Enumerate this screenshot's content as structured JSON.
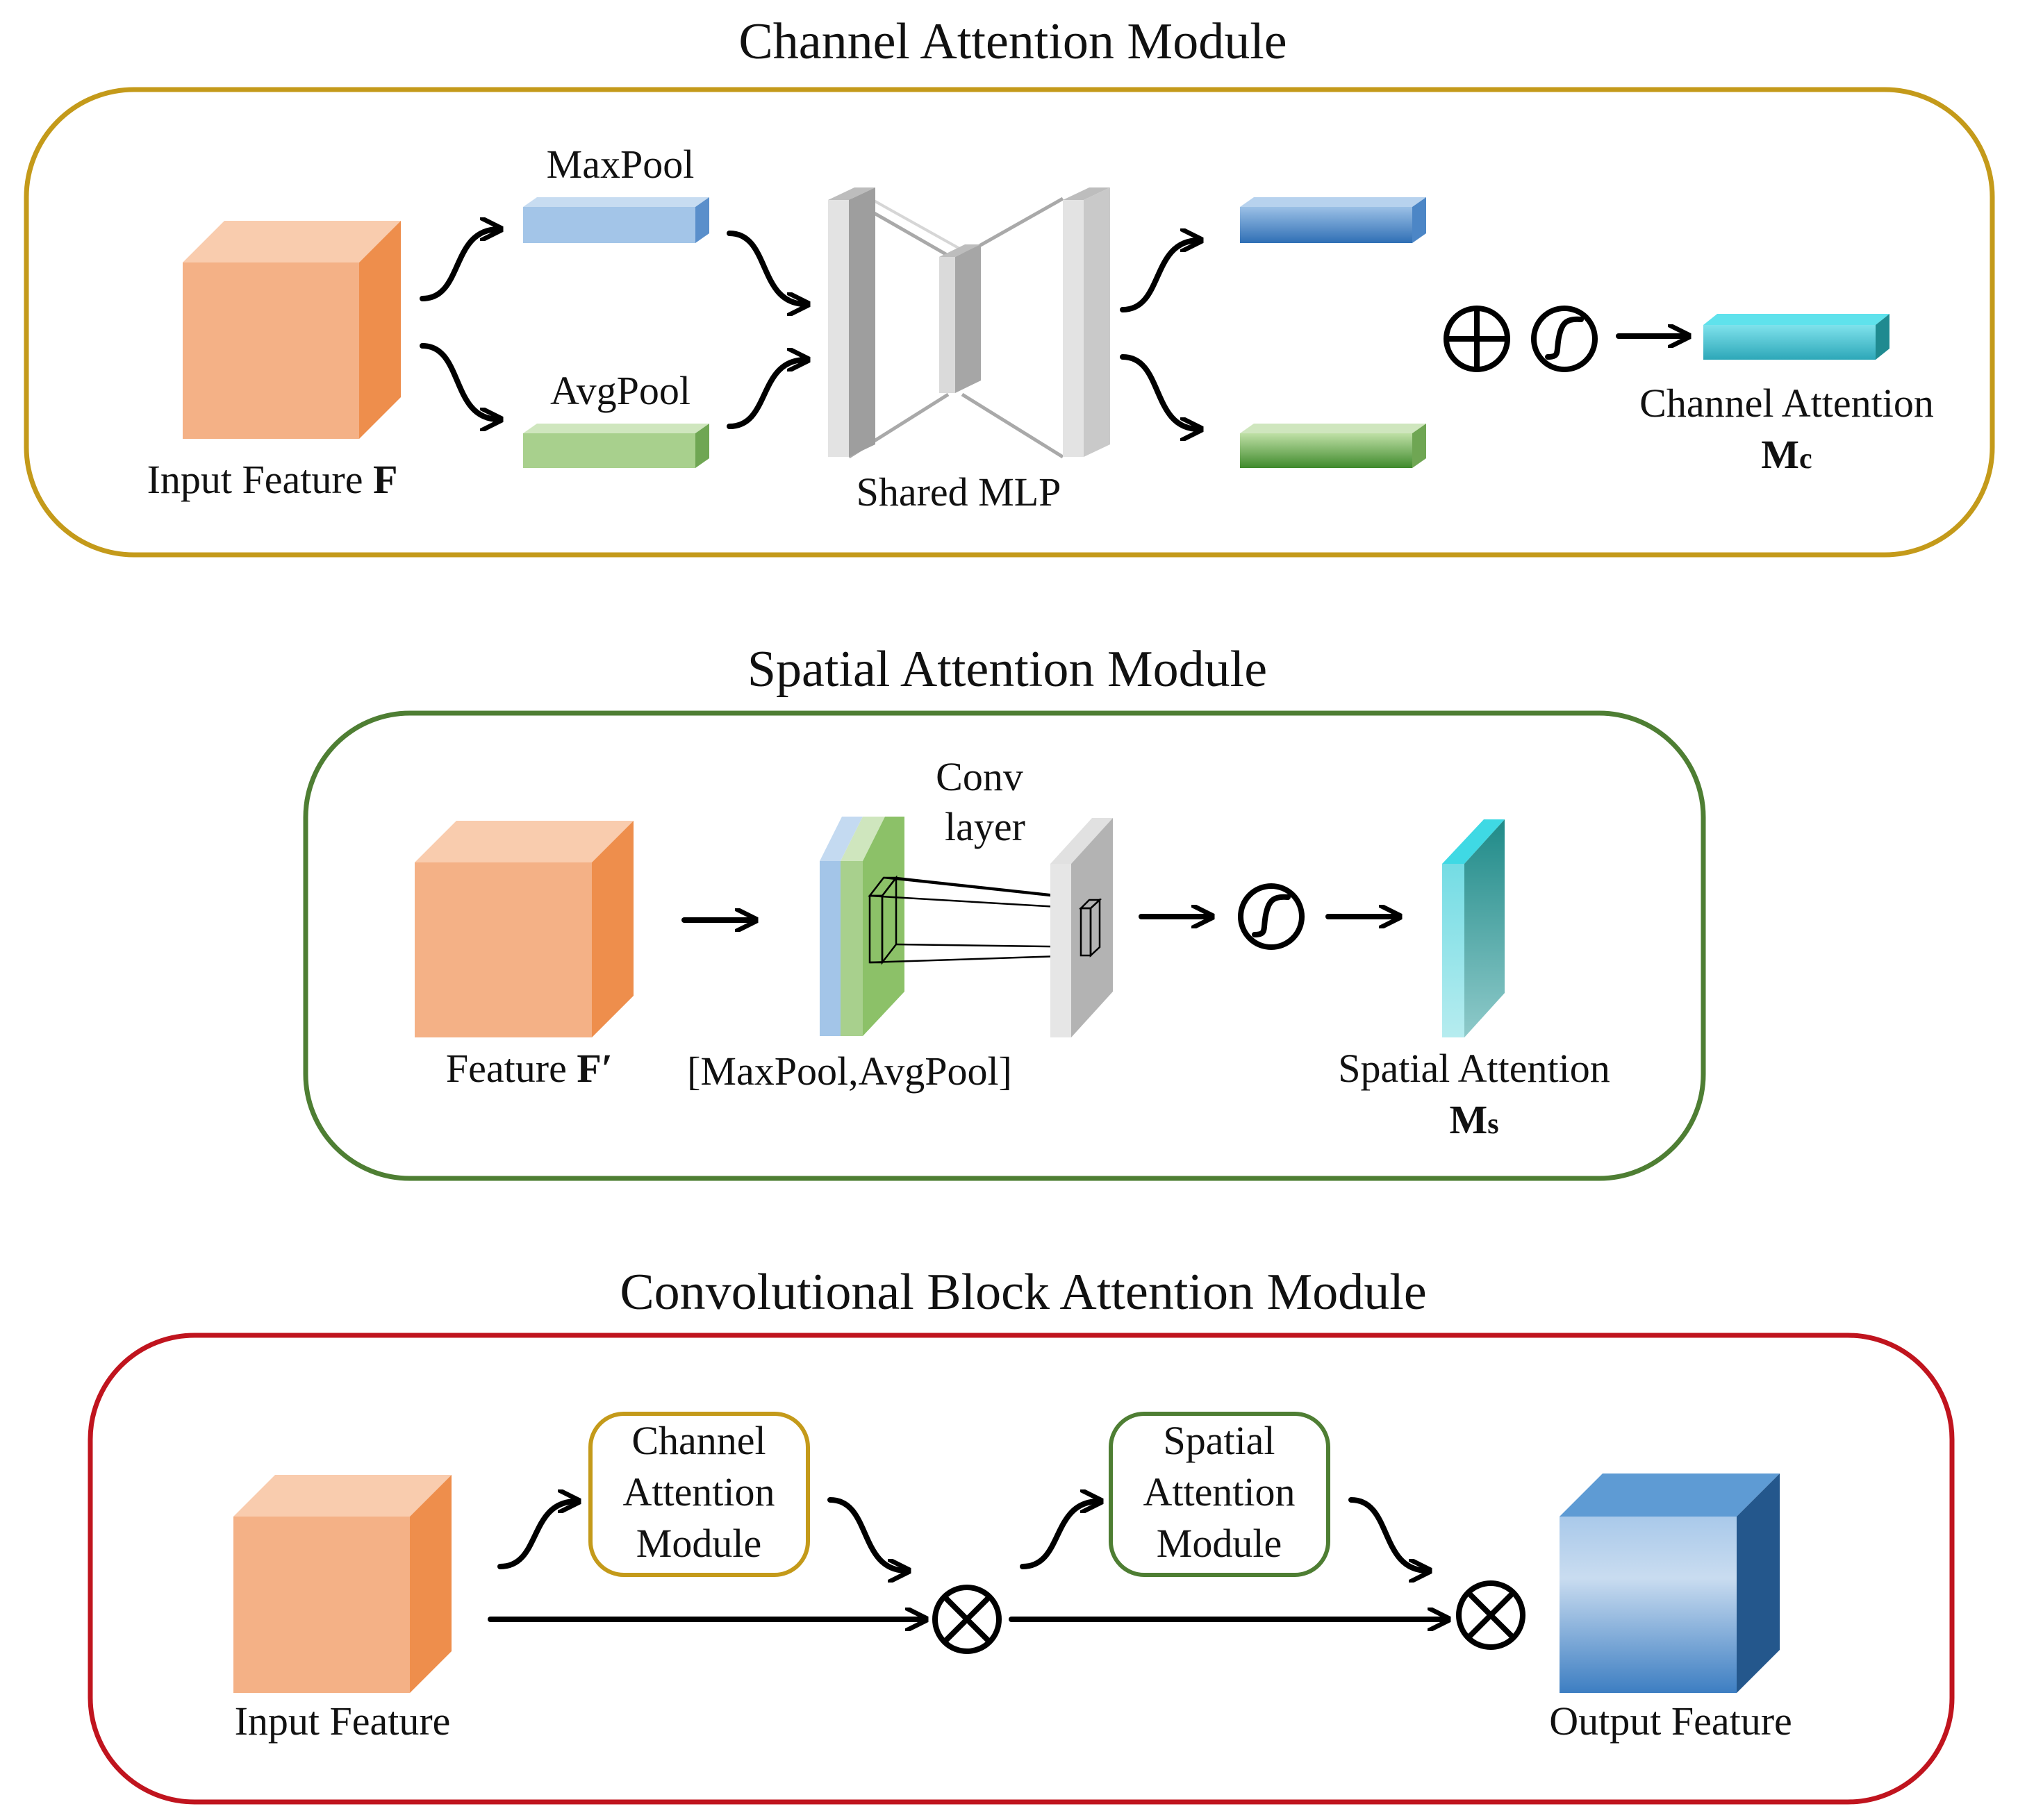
{
  "colors": {
    "channel_border": "#C49A1A",
    "spatial_border": "#4E7E33",
    "cbam_border": "#C0141E",
    "feature_front": "#F4B186",
    "feature_top": "#F9CCAE",
    "feature_side": "#EE8E4C",
    "maxpool": "#A3C5E8",
    "avgpool": "#A8D08D",
    "mlp_gray": "#CDCDCD",
    "cyan": "#49D3DF",
    "output_blue": "#4C8CCB"
  },
  "channel": {
    "title": "Channel Attention Module",
    "input_label": "Input Feature ",
    "input_symbol": "F",
    "maxpool_label": "MaxPool",
    "avgpool_label": "AvgPool",
    "mlp_label": "Shared MLP",
    "output_label": "Channel Attention",
    "output_symbol": "M",
    "output_sub": "c",
    "plus_icon": "circled-plus",
    "sigmoid_icon": "sigmoid"
  },
  "spatial": {
    "title": "Spatial Attention Module",
    "input_label": "Feature ",
    "input_symbol": "F′",
    "pool_label": "[MaxPool,AvgPool]",
    "conv_label_line1": "Conv",
    "conv_label_line2": "layer",
    "output_label": "Spatial Attention",
    "output_symbol": "M",
    "output_sub": "s",
    "sigmoid_icon": "sigmoid"
  },
  "cbam": {
    "title": "Convolutional Block Attention Module",
    "input_label": "Input Feature",
    "output_label": "Output Feature",
    "channel_box": [
      "Channel",
      "Attention",
      "Module"
    ],
    "spatial_box": [
      "Spatial",
      "Attention",
      "Module"
    ],
    "multiply_icon": "circled-times"
  }
}
